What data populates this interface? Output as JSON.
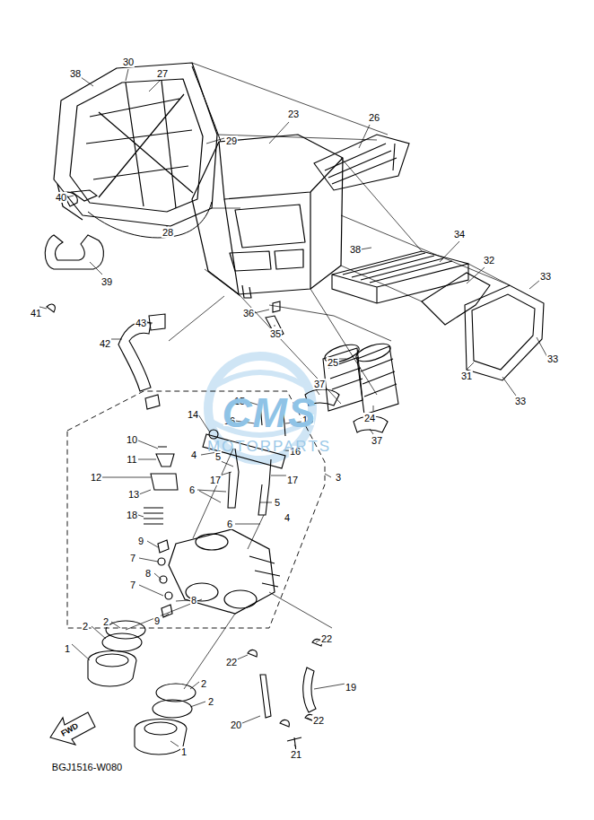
{
  "diagram": {
    "labels": [
      "38",
      "30",
      "27",
      "29",
      "23",
      "26",
      "40",
      "38",
      "34",
      "28",
      "32",
      "33",
      "39",
      "41",
      "43",
      "42",
      "36",
      "35",
      "33",
      "31",
      "33",
      "25",
      "24",
      "37",
      "37",
      "15",
      "15",
      "16",
      "14",
      "10",
      "16",
      "4",
      "5",
      "11",
      "3",
      "17",
      "17",
      "12",
      "13",
      "6",
      "5",
      "18",
      "4",
      "6",
      "9",
      "7",
      "8",
      "7",
      "8",
      "9",
      "2",
      "2",
      "1",
      "2",
      "2",
      "1",
      "22",
      "22",
      "19",
      "20",
      "22",
      "21",
      "FWD",
      "BGJ1516-W080",
      "CMS",
      "MOTORPARTS"
    ]
  }
}
